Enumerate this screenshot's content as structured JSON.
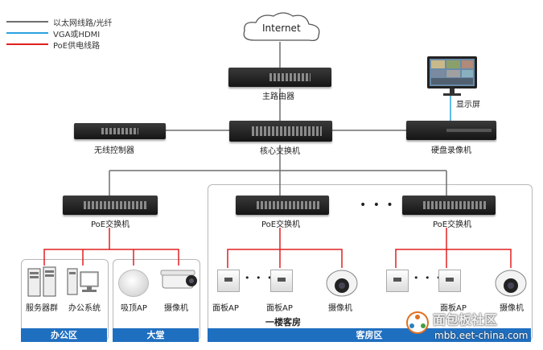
{
  "legend": {
    "ethernet": "以太网线路/光纤",
    "vga": "VGA或HDMI",
    "poe": "PoE供电线路",
    "colors": {
      "ethernet": "#6e6e6e",
      "vga": "#2aa3e0",
      "poe": "#e02020"
    }
  },
  "cloud": {
    "label": "Internet"
  },
  "devices": {
    "router": "主路由器",
    "core_switch": "核心交换机",
    "wireless_controller": "无线控制器",
    "nvr": "硬盘录像机",
    "display": "显示屏",
    "poe_switch_1": "PoE交换机",
    "poe_switch_2": "PoE交换机",
    "poe_switch_3": "PoE交换机"
  },
  "endpoints": {
    "server": "服务器群",
    "office_system": "办公系统",
    "ceiling_ap": "吸顶AP",
    "camera_lobby": "摄像机",
    "panel_ap_1": "面板AP",
    "panel_ap_2": "面板AP",
    "camera_room_1": "摄像机",
    "panel_ap_3": "面板AP",
    "camera_room_2": "摄像机",
    "floor_label": "一楼客房"
  },
  "zones": {
    "office": "办公区",
    "lobby": "大堂",
    "guest": "客房区"
  },
  "ellipsis": "• • •",
  "ellipsis_small": "• • •",
  "watermark": {
    "text_cn": "面包板社区",
    "url": "mbb.eet-china.com"
  }
}
